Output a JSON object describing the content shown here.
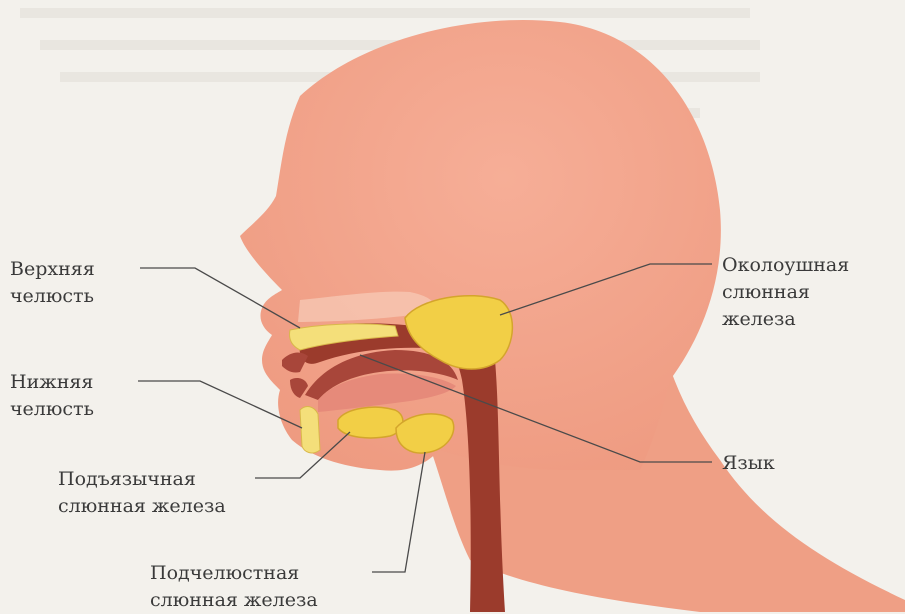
{
  "diagram": {
    "labels": {
      "upper_jaw": [
        "Верхняя",
        "челюсть"
      ],
      "lower_jaw": [
        "Нижняя",
        "челюсть"
      ],
      "sublingual_gland": [
        "Подъязычная",
        "слюнная железа"
      ],
      "submandibular_gland": [
        "Подчелюстная",
        "слюнная железа"
      ],
      "parotid_gland": [
        "Околоушная",
        "слюнная",
        "железа"
      ],
      "tongue": "Язык"
    },
    "colors": {
      "skin": "#f2a48c",
      "oral_cavity": "#9b3b2c",
      "gland": "#f2cf46",
      "bone": "#f4df7a",
      "line": "#4a4a4a"
    }
  }
}
